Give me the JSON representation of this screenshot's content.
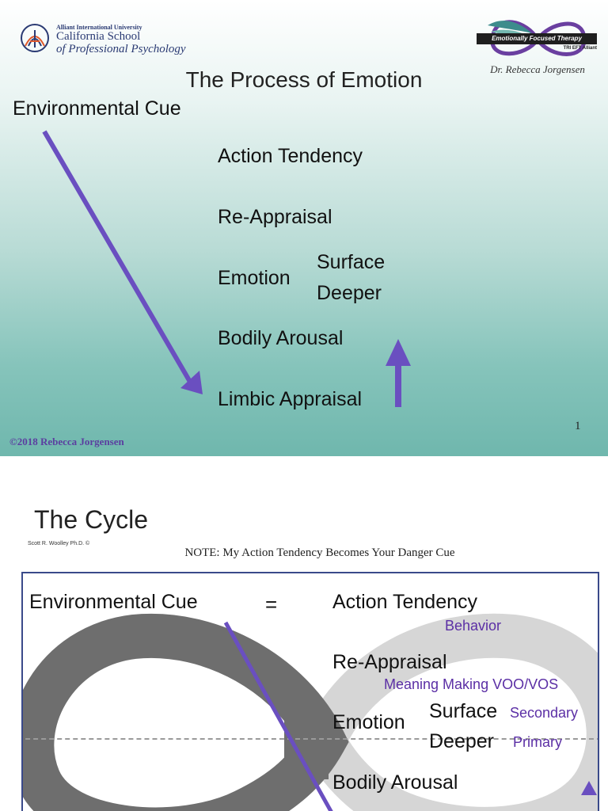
{
  "slide1": {
    "logo_left": {
      "org_small": "Alliant International University",
      "org_line1": "California School",
      "org_line2": "of Professional Psychology"
    },
    "logo_right": {
      "banner": "Emotionally Focused Therapy",
      "sub": "TRI EFT Alliant",
      "name": "Dr. Rebecca Jorgensen"
    },
    "title": "The Process of Emotion",
    "environmental_cue": "Environmental Cue",
    "items": {
      "action_tendency": "Action Tendency",
      "re_appraisal": "Re-Appraisal",
      "emotion": "Emotion",
      "surface": "Surface",
      "deeper": "Deeper",
      "bodily_arousal": "Bodily Arousal",
      "limbic_appraisal": "Limbic Appraisal"
    },
    "copyright": "©2018 Rebecca Jorgensen",
    "page_number": "1",
    "colors": {
      "arrow": "#6a4fc0",
      "copyright": "#5b3ea0"
    }
  },
  "slide2": {
    "title": "The Cycle",
    "credit": "Scott R. Woolley Ph.D. ©",
    "note": "NOTE: My Action Tendency Becomes Your Danger Cue",
    "environmental_cue": "Environmental Cue",
    "equals": "=",
    "items": {
      "action_tendency": "Action Tendency",
      "behavior": "Behavior",
      "re_appraisal": "Re-Appraisal",
      "meaning_making": "Meaning Making VOO/VOS",
      "emotion": "Emotion",
      "surface": "Surface",
      "secondary": "Secondary",
      "deeper": "Deeper",
      "primary": "Primary",
      "bodily_arousal": "Bodily Arousal"
    },
    "colors": {
      "label_purple": "#5b2fa5",
      "infinity_dark": "#6e6e6e",
      "infinity_light": "#d6d6d6"
    }
  }
}
